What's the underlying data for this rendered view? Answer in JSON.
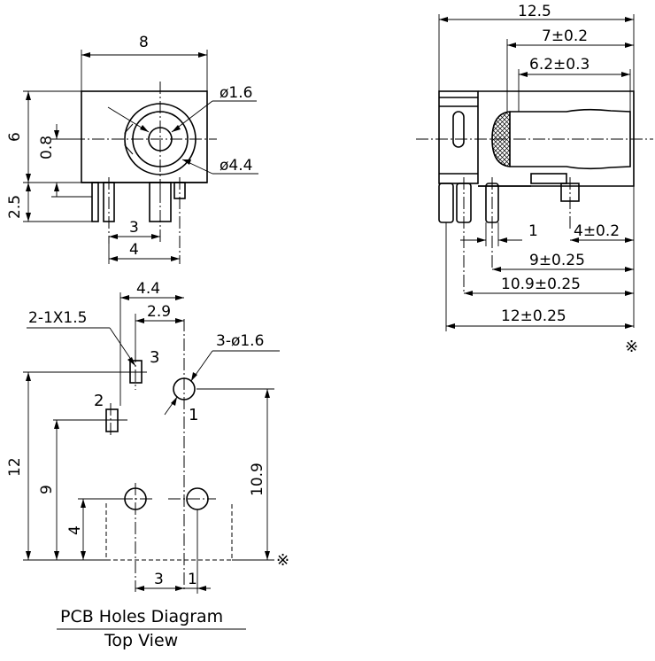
{
  "front_view": {
    "width": "8",
    "height": "6",
    "offset": "0.8",
    "pin_len": "2.5",
    "pin_a": "3",
    "pin_b": "4",
    "pin_dia": "ø1.6",
    "body_dia": "ø4.4"
  },
  "side_view": {
    "total": "12.5",
    "length_a": "7±0.2",
    "length_b": "6.2±0.3",
    "pin_1": "1",
    "pin_4": "4±0.2",
    "pin_9": "9±0.25",
    "pin_109": "10.9±0.25",
    "pin_12": "12±0.25",
    "mark": "※"
  },
  "pcb": {
    "dim_44": "4.4",
    "dim_29": "2.9",
    "slot_label": "2-1X1.5",
    "hole_label": "3-ø1.6",
    "pin1": "1",
    "pin2": "2",
    "pin3": "3",
    "dim_12": "12",
    "dim_9": "9",
    "dim_4": "4",
    "dim_109": "10.9",
    "dim_3": "3",
    "dim_1": "1",
    "mark": "※",
    "title": "PCB Holes Diagram",
    "subtitle": "Top View"
  }
}
